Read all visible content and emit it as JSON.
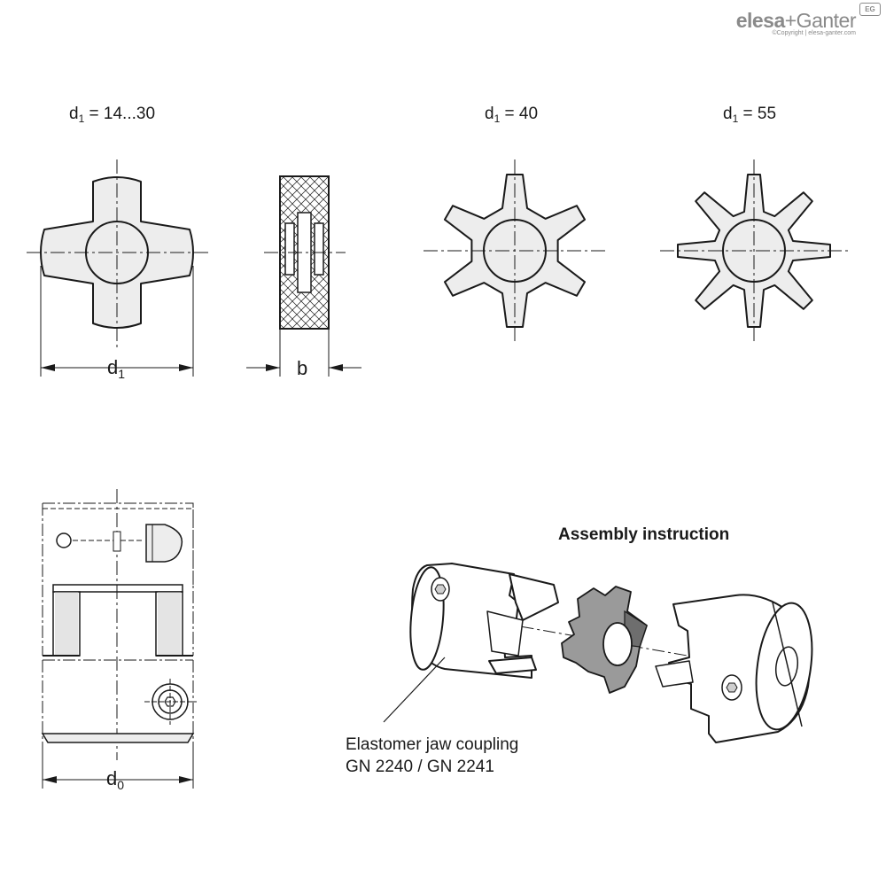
{
  "brand": {
    "name_part1": "elesa",
    "name_part2": "+Ganter",
    "copyright": "©Copyright | elesa-ganter.com",
    "badge": "EG"
  },
  "drawing": {
    "views": [
      {
        "id": "spider-4",
        "label_var": "d",
        "label_sub": "1",
        "label_value": " = 14...30",
        "arms": 4
      },
      {
        "id": "spider-6",
        "label_var": "d",
        "label_sub": "1",
        "label_value": " = 40",
        "arms": 6
      },
      {
        "id": "spider-8",
        "label_var": "d",
        "label_sub": "1",
        "label_value": " = 55",
        "arms": 8
      }
    ],
    "dimensions": {
      "d1_var": "d",
      "d1_sub": "1",
      "b": "b",
      "d0_var": "d",
      "d0_sub": "0"
    },
    "assembly": {
      "title": "Assembly instruction",
      "callout_line1": "Elastomer jaw coupling",
      "callout_line2": "GN 2240 / GN 2241"
    }
  },
  "colors": {
    "line": "#1a1a1a",
    "part_fill": "#ededed",
    "spider_fill": "#9a9a9a",
    "spider_dark": "#6e6e6e",
    "brand": "#8a8a8a"
  }
}
